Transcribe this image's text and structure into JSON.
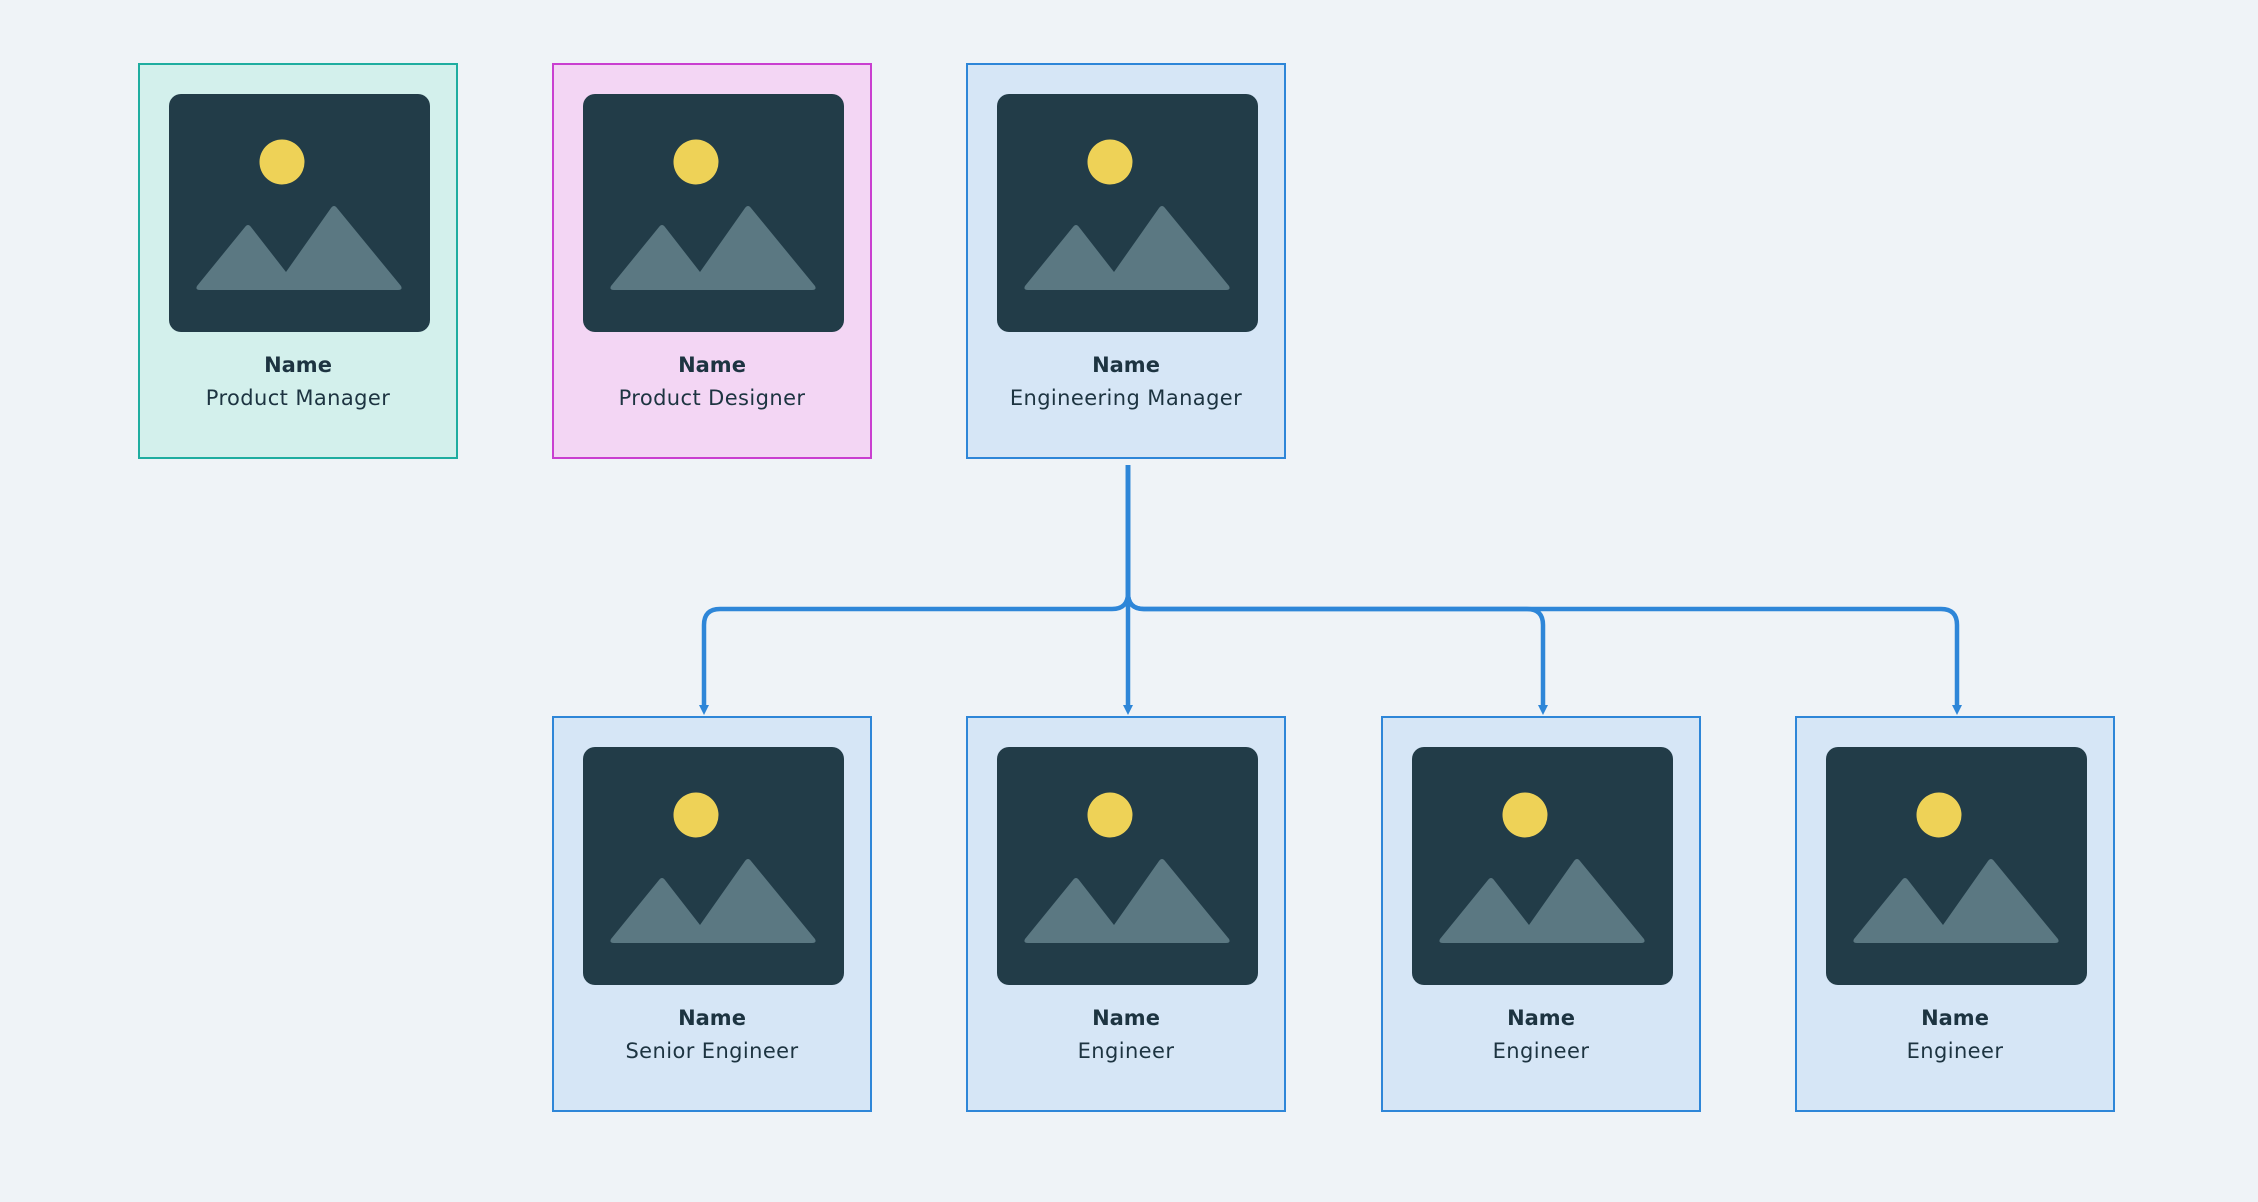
{
  "colors": {
    "background": "#eff3f7",
    "connector": "#2e86d8",
    "photo_bg": "#223c48",
    "sun": "#eed257",
    "mountain": "#5b7882",
    "text": "#1d3441"
  },
  "icon": "image-placeholder-icon",
  "cards": [
    {
      "id": "pm",
      "name": "Name",
      "role": "Product Manager",
      "theme": "teal"
    },
    {
      "id": "pd",
      "name": "Name",
      "role": "Product Designer",
      "theme": "pink"
    },
    {
      "id": "em",
      "name": "Name",
      "role": "Engineering Manager",
      "theme": "blue"
    },
    {
      "id": "se",
      "name": "Name",
      "role": "Senior Engineer",
      "theme": "blue"
    },
    {
      "id": "e1",
      "name": "Name",
      "role": "Engineer",
      "theme": "blue"
    },
    {
      "id": "e2",
      "name": "Name",
      "role": "Engineer",
      "theme": "blue"
    },
    {
      "id": "e3",
      "name": "Name",
      "role": "Engineer",
      "theme": "blue"
    }
  ],
  "edges": [
    {
      "from": "em",
      "to": "se"
    },
    {
      "from": "em",
      "to": "e1"
    },
    {
      "from": "em",
      "to": "e2"
    },
    {
      "from": "em",
      "to": "e3"
    }
  ]
}
